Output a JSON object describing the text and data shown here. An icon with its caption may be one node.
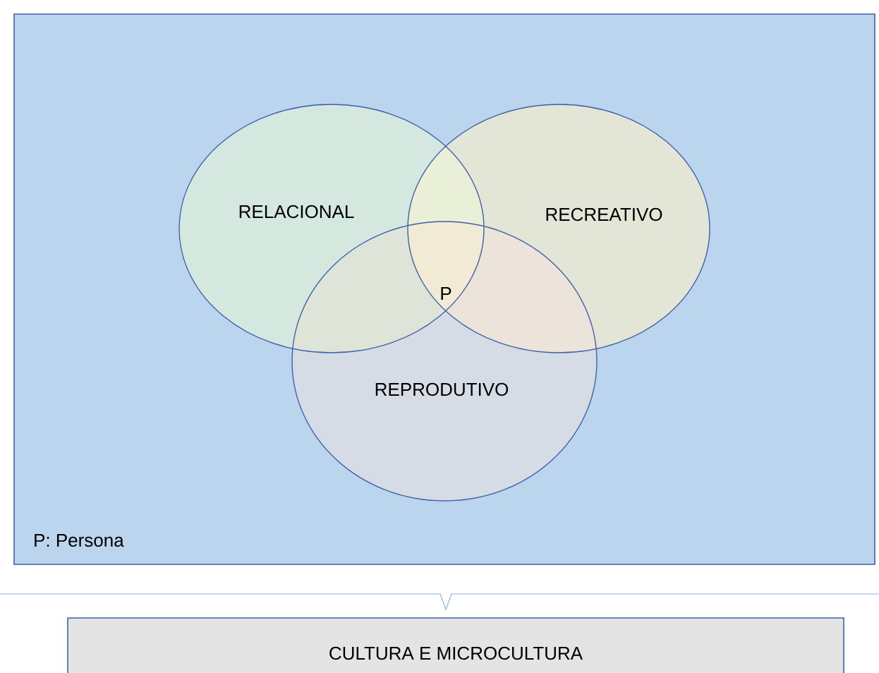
{
  "diagram": {
    "nodes": [
      {
        "text": [
          "P: Persona"
        ]
      },
      {
        "text": [
          "RELACIONAL"
        ],
        "in": 0
      },
      {
        "text": [
          "RECREATIVO"
        ],
        "in": 0
      },
      {
        "text": [
          "REPRODUTIVO"
        ],
        "in": 0
      },
      {
        "text": [
          "CULTURA E MICROCULTURA"
        ]
      }
    ],
    "edges": [],
    "labels": [
      "P"
    ]
  }
}
